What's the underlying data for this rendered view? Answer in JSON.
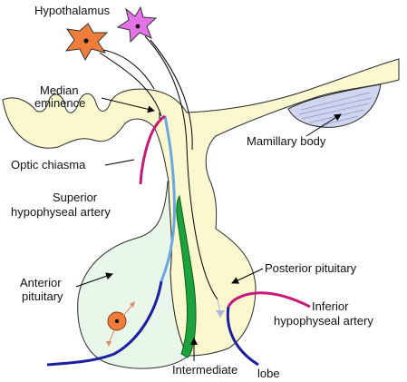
{
  "labels": {
    "hypothalamus": "Hypothalamus",
    "median_1": "Median",
    "median_2": "eminence",
    "mamillary": "Mamillary body",
    "optic": "Optic chiasma",
    "superior_1": "Superior",
    "superior_2": "hypophyseal artery",
    "anterior_1": "Anterior",
    "anterior_2": "pituitary",
    "posterior": "Posterior pituitary",
    "inferior_1": "Inferior",
    "inferior_2": "hypophyseal artery",
    "intermediate_1": "Intermediate",
    "intermediate_2": "lobe"
  },
  "colors": {
    "hypothalamus_tissue": "#fbf7cf",
    "anterior_fill": "#e9f6ea",
    "mamillary_fill": "#cfd5ee",
    "neuron_orange": "#ee7d3c",
    "neuron_magenta": "#e373e6",
    "artery_magenta": "#c8197a",
    "portal_light_blue": "#6aa9e0",
    "vein_dark_blue": "#1b1fa3",
    "intermediate_green": "#1ea33c",
    "cell_orange": "#ee7d3c",
    "arrow_orange": "#e08a60"
  }
}
